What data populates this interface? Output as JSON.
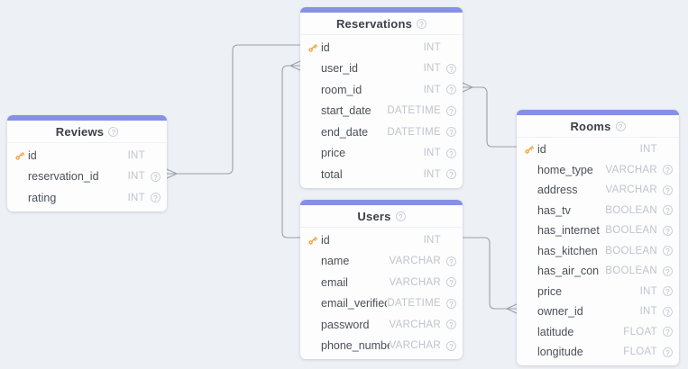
{
  "canvas": {
    "background_color": "#edf1f5",
    "accent_color": "#8690e6",
    "line_color": "#9aa1aa",
    "key_icon_color": "#f2a33c"
  },
  "icons": {
    "help_glyph": "?"
  },
  "tables": [
    {
      "id": "reservations",
      "title": "Reservations",
      "fields": [
        {
          "name": "id",
          "type": "INT",
          "pk": true
        },
        {
          "name": "user_id",
          "type": "INT"
        },
        {
          "name": "room_id",
          "type": "INT"
        },
        {
          "name": "start_date",
          "type": "DATETIME"
        },
        {
          "name": "end_date",
          "type": "DATETIME"
        },
        {
          "name": "price",
          "type": "INT"
        },
        {
          "name": "total",
          "type": "INT"
        }
      ]
    },
    {
      "id": "reviews",
      "title": "Reviews",
      "fields": [
        {
          "name": "id",
          "type": "INT",
          "pk": true
        },
        {
          "name": "reservation_id",
          "type": "INT"
        },
        {
          "name": "rating",
          "type": "INT"
        }
      ]
    },
    {
      "id": "users",
      "title": "Users",
      "fields": [
        {
          "name": "id",
          "type": "INT",
          "pk": true
        },
        {
          "name": "name",
          "type": "VARCHAR"
        },
        {
          "name": "email",
          "type": "VARCHAR"
        },
        {
          "name": "email_verified_",
          "type": "DATETIME"
        },
        {
          "name": "password",
          "type": "VARCHAR"
        },
        {
          "name": "phone_numbe",
          "type": "VARCHAR"
        }
      ]
    },
    {
      "id": "rooms",
      "title": "Rooms",
      "fields": [
        {
          "name": "id",
          "type": "INT",
          "pk": true
        },
        {
          "name": "home_type",
          "type": "VARCHAR"
        },
        {
          "name": "address",
          "type": "VARCHAR"
        },
        {
          "name": "has_tv",
          "type": "BOOLEAN"
        },
        {
          "name": "has_internet",
          "type": "BOOLEAN"
        },
        {
          "name": "has_kitchen",
          "type": "BOOLEAN"
        },
        {
          "name": "has_air_con",
          "type": "BOOLEAN"
        },
        {
          "name": "price",
          "type": "INT"
        },
        {
          "name": "owner_id",
          "type": "INT"
        },
        {
          "name": "latitude",
          "type": "FLOAT"
        },
        {
          "name": "longitude",
          "type": "FLOAT"
        }
      ]
    }
  ],
  "relationships": [
    {
      "from_table": "Reviews",
      "from_field": "reservation_id",
      "to_table": "Reservations",
      "to_field": "id",
      "many_side": "Reviews"
    },
    {
      "from_table": "Users",
      "from_field": "id",
      "to_table": "Reservations",
      "to_field": "user_id",
      "many_side": "Reservations"
    },
    {
      "from_table": "Reservations",
      "from_field": "room_id",
      "to_table": "Rooms",
      "to_field": "id",
      "many_side": "Reservations"
    },
    {
      "from_table": "Users",
      "from_field": "id",
      "to_table": "Rooms",
      "to_field": "owner_id",
      "many_side": "Rooms"
    }
  ]
}
